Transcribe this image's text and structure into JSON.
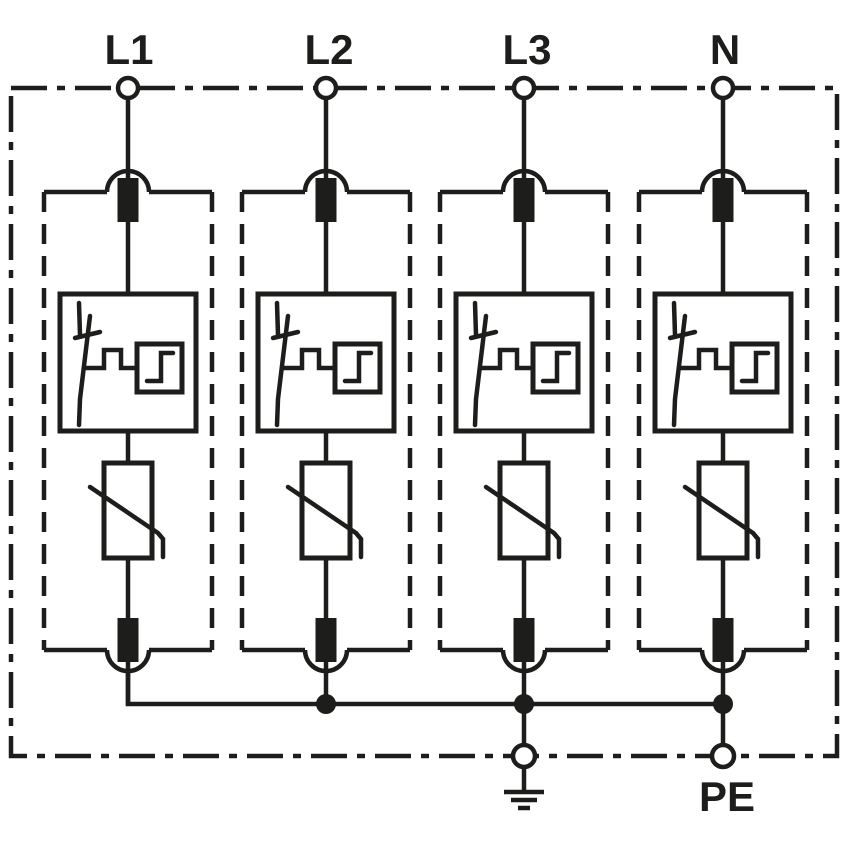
{
  "diagram": {
    "kind": "surge-protective-device-circuit-schematic",
    "colors": {
      "line": "#1d1d1b",
      "background": "#ffffff"
    },
    "labels": {
      "top_terminals": [
        "L1",
        "L2",
        "L3",
        "N"
      ],
      "bottom_terminal": "PE"
    },
    "branches": [
      {
        "id": "branch-l1",
        "terminal": "L1"
      },
      {
        "id": "branch-l2",
        "terminal": "L2"
      },
      {
        "id": "branch-l3",
        "terminal": "L3"
      },
      {
        "id": "branch-n",
        "terminal": "N"
      }
    ],
    "branch_components": [
      "thermal-disconnect-device-top",
      "disconnector-with-trigger-monitoring",
      "varistor",
      "thermal-disconnect-device-bottom"
    ],
    "icons": {
      "terminal": "open-circle-terminal-icon",
      "junction": "filled-junction-dot-icon",
      "earth": "earth-ground-icon",
      "varistor": "rectangle-with-diagonal-strike-icon",
      "disconnector": "switch-blade-with-trigger-box-icon",
      "disconnect_device": "filled-rectangle-with-arc-icon"
    }
  }
}
